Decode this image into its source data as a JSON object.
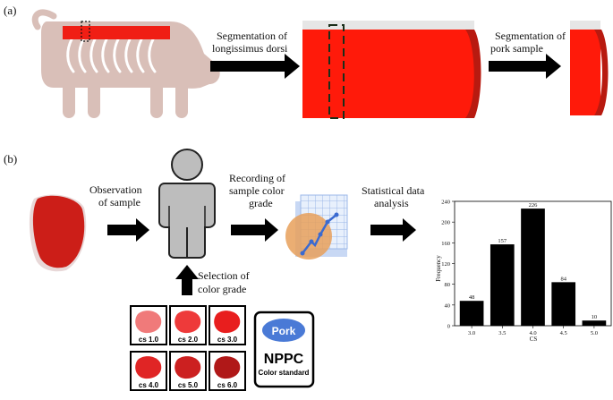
{
  "panels": {
    "a": "(a)",
    "b": "(b)"
  },
  "panel_a": {
    "step1_line1": "Segmentation of",
    "step1_line2": "longissimus dorsi",
    "step2_line1": "Segmentation of",
    "step2_line2": "pork sample"
  },
  "panel_b": {
    "obs_line1": "Observation",
    "obs_line2": "of sample",
    "rec_line1": "Recording of",
    "rec_line2": "sample color",
    "rec_line3": "grade",
    "stat_line1": "Statistical data",
    "stat_line2": "analysis",
    "sel_line1": "Selection of",
    "sel_line2": "color grade"
  },
  "color_cards": [
    {
      "label": "cs 1.0",
      "color": "#f07a7a"
    },
    {
      "label": "cs 2.0",
      "color": "#ee3a3a"
    },
    {
      "label": "cs 3.0",
      "color": "#e81e1e"
    },
    {
      "label": "cs 4.0",
      "color": "#e02525"
    },
    {
      "label": "cs 5.0",
      "color": "#cc2020"
    },
    {
      "label": "cs 6.0",
      "color": "#b01818"
    }
  ],
  "nppc_card": {
    "badge": "Pork",
    "title": "NPPC",
    "subtitle": "Color standard"
  },
  "colors": {
    "meat": "#ff1a0a",
    "pig": "#d9bfb8",
    "arrow": "#000000",
    "bar": "#000000"
  },
  "chart_data": {
    "type": "bar",
    "categories": [
      "3.0",
      "3.5",
      "4.0",
      "4.5",
      "5.0"
    ],
    "values": [
      48,
      157,
      226,
      84,
      10
    ],
    "data_labels": [
      "48",
      "157",
      "226",
      "84",
      "10"
    ],
    "xlabel": "CS",
    "ylabel": "Frequency",
    "ylim": [
      0,
      240
    ],
    "yticks": [
      "0",
      "40",
      "80",
      "120",
      "160",
      "200",
      "240"
    ],
    "grid": false
  }
}
